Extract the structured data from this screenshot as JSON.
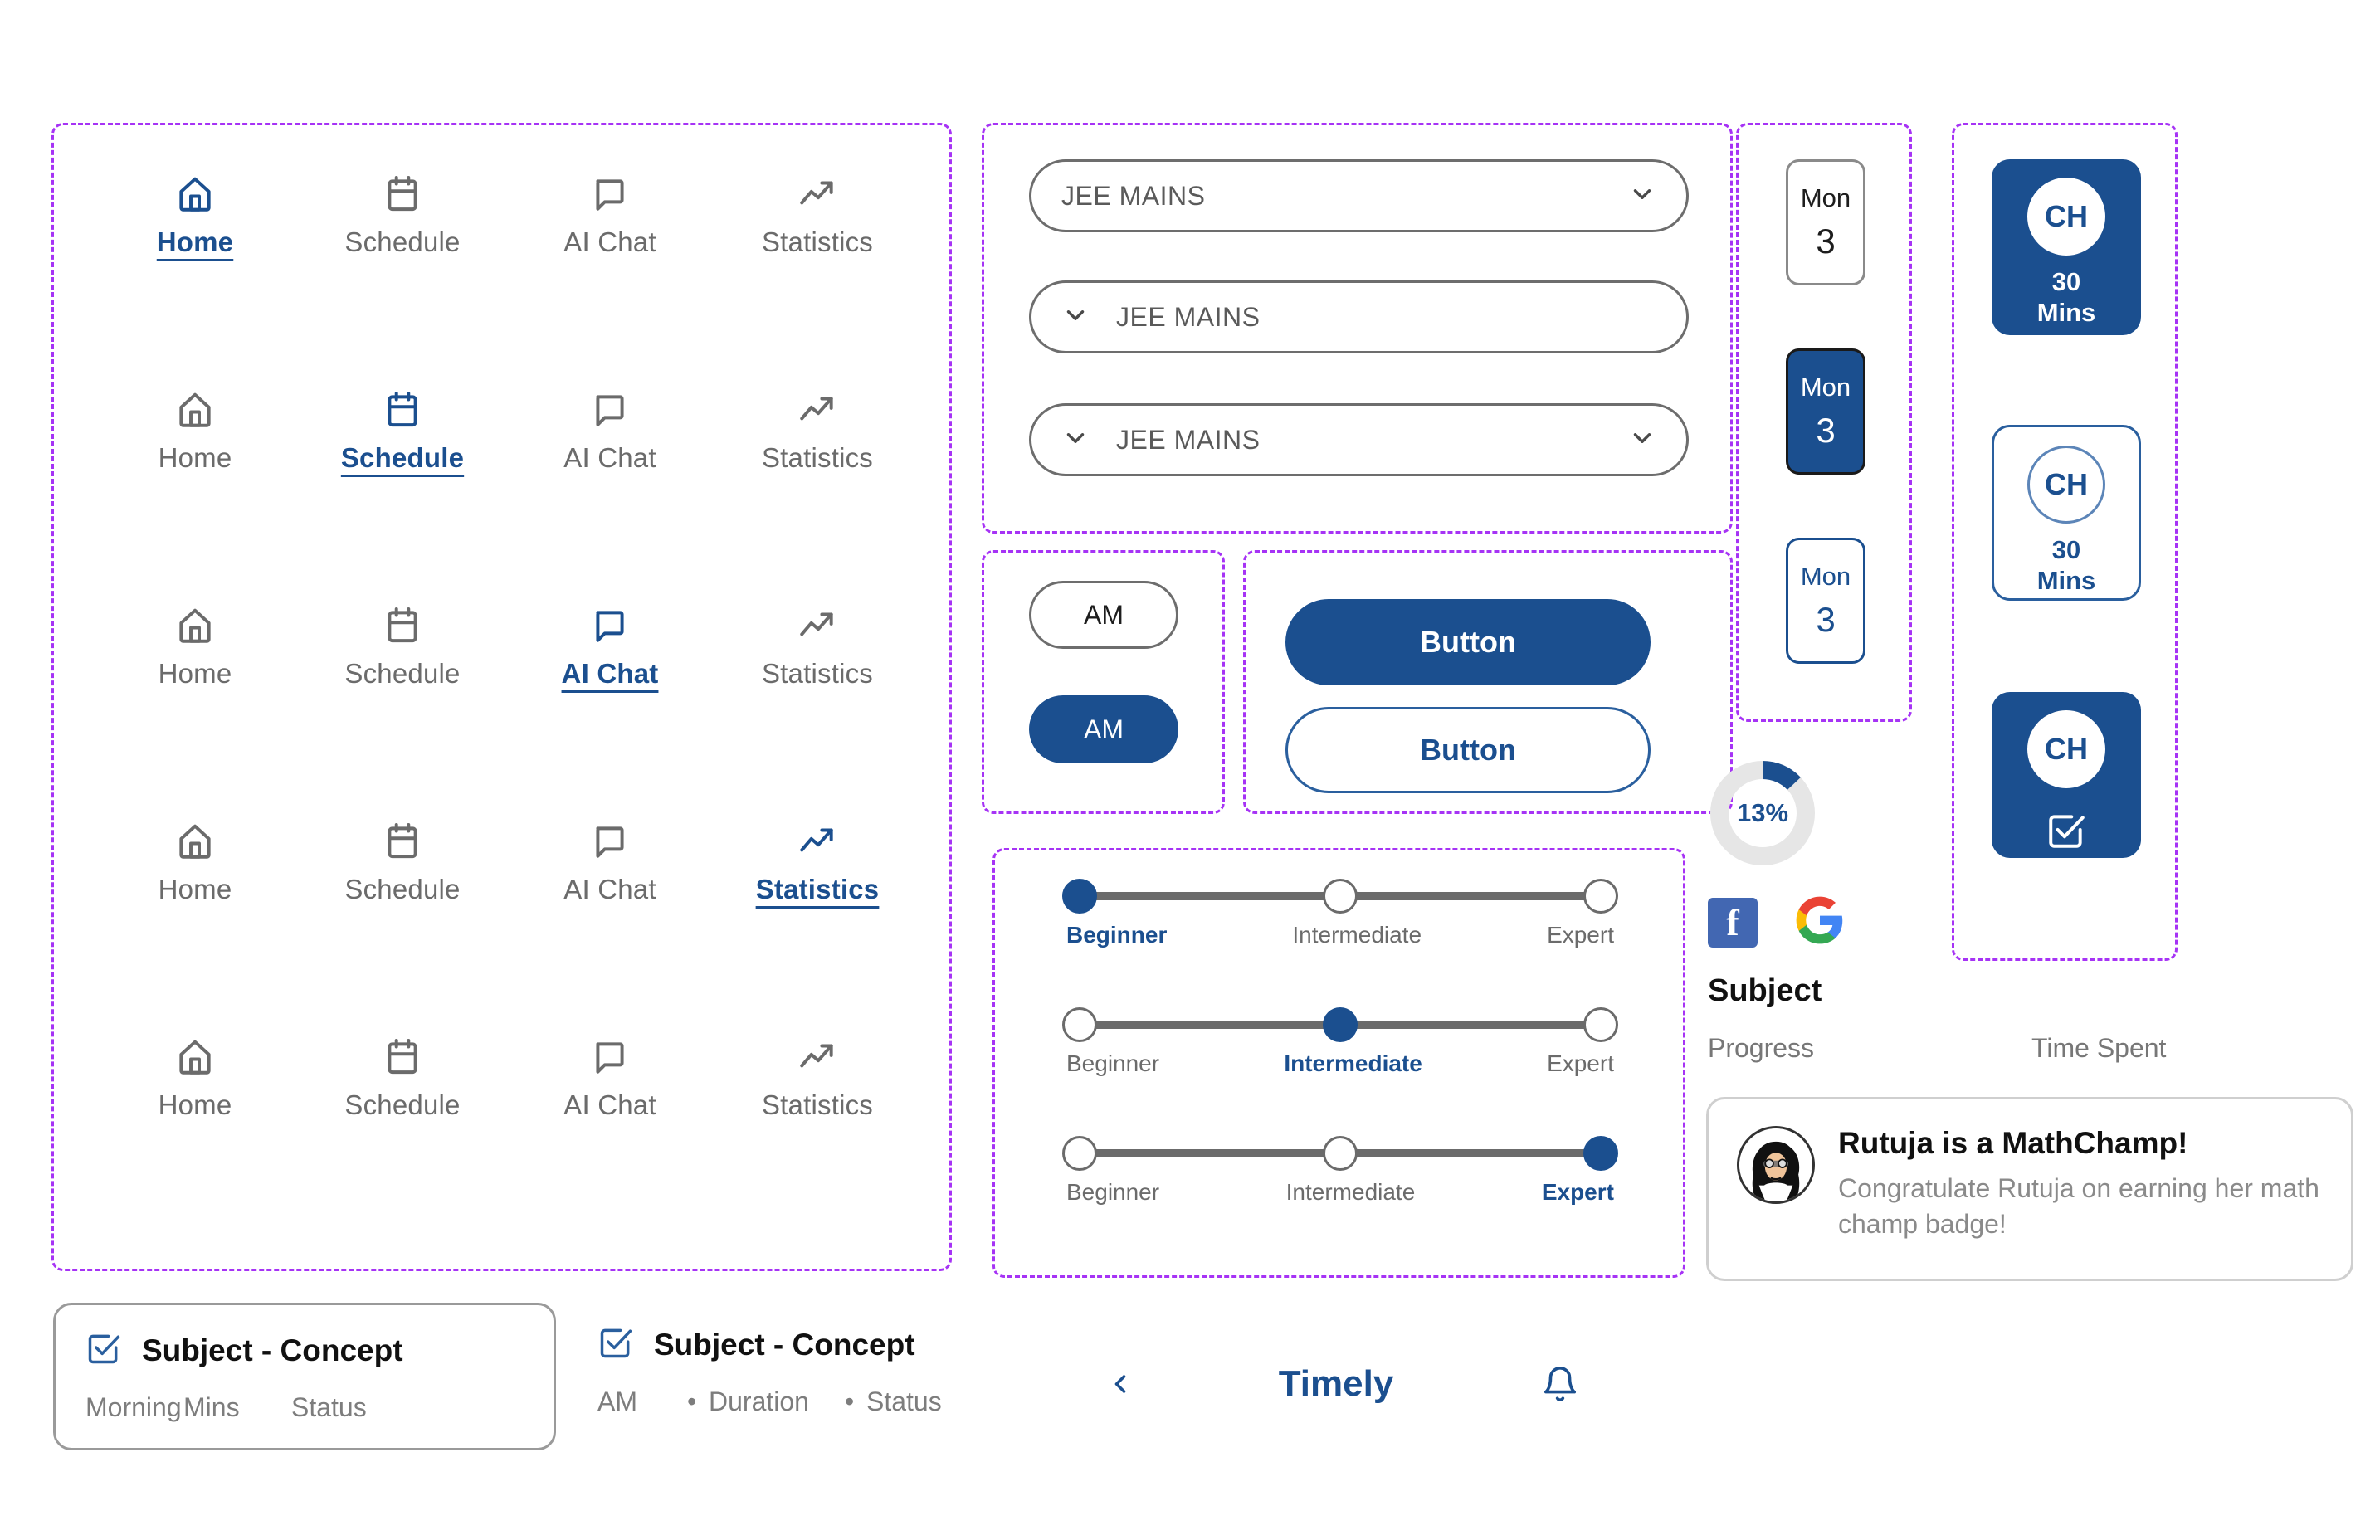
{
  "app": {
    "title": "Timely",
    "back_icon": "chevron-left-icon",
    "bell_icon": "bell-icon"
  },
  "nav": {
    "rows": [
      {
        "active_index": 0,
        "items": [
          {
            "label": "Home",
            "icon": "home-icon"
          },
          {
            "label": "Schedule",
            "icon": "calendar-icon"
          },
          {
            "label": "AI Chat",
            "icon": "chat-bubble-icon"
          },
          {
            "label": "Statistics",
            "icon": "trending-up-icon"
          }
        ]
      },
      {
        "active_index": 1,
        "items": [
          {
            "label": "Home",
            "icon": "home-icon"
          },
          {
            "label": "Schedule",
            "icon": "calendar-icon"
          },
          {
            "label": "AI Chat",
            "icon": "chat-bubble-icon"
          },
          {
            "label": "Statistics",
            "icon": "trending-up-icon"
          }
        ]
      },
      {
        "active_index": 2,
        "items": [
          {
            "label": "Home",
            "icon": "home-icon"
          },
          {
            "label": "Schedule",
            "icon": "calendar-icon"
          },
          {
            "label": "AI Chat",
            "icon": "chat-bubble-icon"
          },
          {
            "label": "Statistics",
            "icon": "trending-up-icon"
          }
        ]
      },
      {
        "active_index": 3,
        "items": [
          {
            "label": "Home",
            "icon": "home-icon"
          },
          {
            "label": "Schedule",
            "icon": "calendar-icon"
          },
          {
            "label": "AI Chat",
            "icon": "chat-bubble-icon"
          },
          {
            "label": "Statistics",
            "icon": "trending-up-icon"
          }
        ]
      },
      {
        "active_index": -1,
        "items": [
          {
            "label": "Home",
            "icon": "home-icon"
          },
          {
            "label": "Schedule",
            "icon": "calendar-icon"
          },
          {
            "label": "AI Chat",
            "icon": "chat-bubble-icon"
          },
          {
            "label": "Statistics",
            "icon": "trending-up-icon"
          }
        ]
      }
    ]
  },
  "dropdowns": [
    {
      "value": "JEE MAINS",
      "chevron_left": false,
      "chevron_right": true
    },
    {
      "value": "JEE MAINS",
      "chevron_left": true,
      "chevron_right": false
    },
    {
      "value": "JEE MAINS",
      "chevron_left": true,
      "chevron_right": true
    }
  ],
  "am_toggles": [
    {
      "label": "AM",
      "state": "unselected"
    },
    {
      "label": "AM",
      "state": "selected"
    }
  ],
  "buttons": [
    {
      "label": "Button",
      "variant": "primary"
    },
    {
      "label": "Button",
      "variant": "secondary"
    }
  ],
  "sliders": [
    {
      "selected": "Beginner",
      "steps": [
        "Beginner",
        "Intermediate",
        "Expert"
      ],
      "selected_index": 0
    },
    {
      "selected": "Intermediate",
      "steps": [
        "Beginner",
        "Intermediate",
        "Expert"
      ],
      "selected_index": 1
    },
    {
      "selected": "Expert",
      "steps": [
        "Beginner",
        "Intermediate",
        "Expert"
      ],
      "selected_index": 2
    }
  ],
  "day_chips": [
    {
      "dow": "Mon",
      "day": "3",
      "state": "default"
    },
    {
      "dow": "Mon",
      "day": "3",
      "state": "selected"
    },
    {
      "dow": "Mon",
      "day": "3",
      "state": "outlined"
    }
  ],
  "ch_cards": [
    {
      "initials": "CH",
      "duration_value": "30",
      "duration_unit": "Mins",
      "variant": "filled"
    },
    {
      "initials": "CH",
      "duration_value": "30",
      "duration_unit": "Mins",
      "variant": "outlined"
    },
    {
      "initials": "CH",
      "icon": "checkbox-checked-icon",
      "variant": "filled-check"
    }
  ],
  "progress_ring": {
    "percent_label": "13%",
    "percent": 13
  },
  "social": [
    {
      "name": "facebook-icon",
      "glyph": "f",
      "color": "#4267b2"
    },
    {
      "name": "google-icon",
      "colors": [
        "#ea4335",
        "#fbbc05",
        "#34a853",
        "#4285f4"
      ]
    }
  ],
  "stats_labels": {
    "subject": "Subject",
    "progress": "Progress",
    "time_spent": "Time Spent"
  },
  "notification": {
    "avatar": "user-avatar",
    "title": "Rutuja is a MathChamp!",
    "body": "Congratulate Rutuja on earning her math champ badge!"
  },
  "task_card": {
    "icon": "checkbox-checked-icon",
    "title": "Subject - Concept",
    "meta": [
      "Morning",
      "Mins",
      "Status"
    ]
  },
  "task_plain": {
    "icon": "checkbox-checked-icon",
    "title": "Subject - Concept",
    "meta": [
      "AM",
      "Duration",
      "Status"
    ],
    "separator": "•"
  },
  "colors": {
    "brand_blue": "#1b4f8f",
    "annotation_purple": "#a633f5",
    "muted_gray": "#6b6b6b"
  }
}
